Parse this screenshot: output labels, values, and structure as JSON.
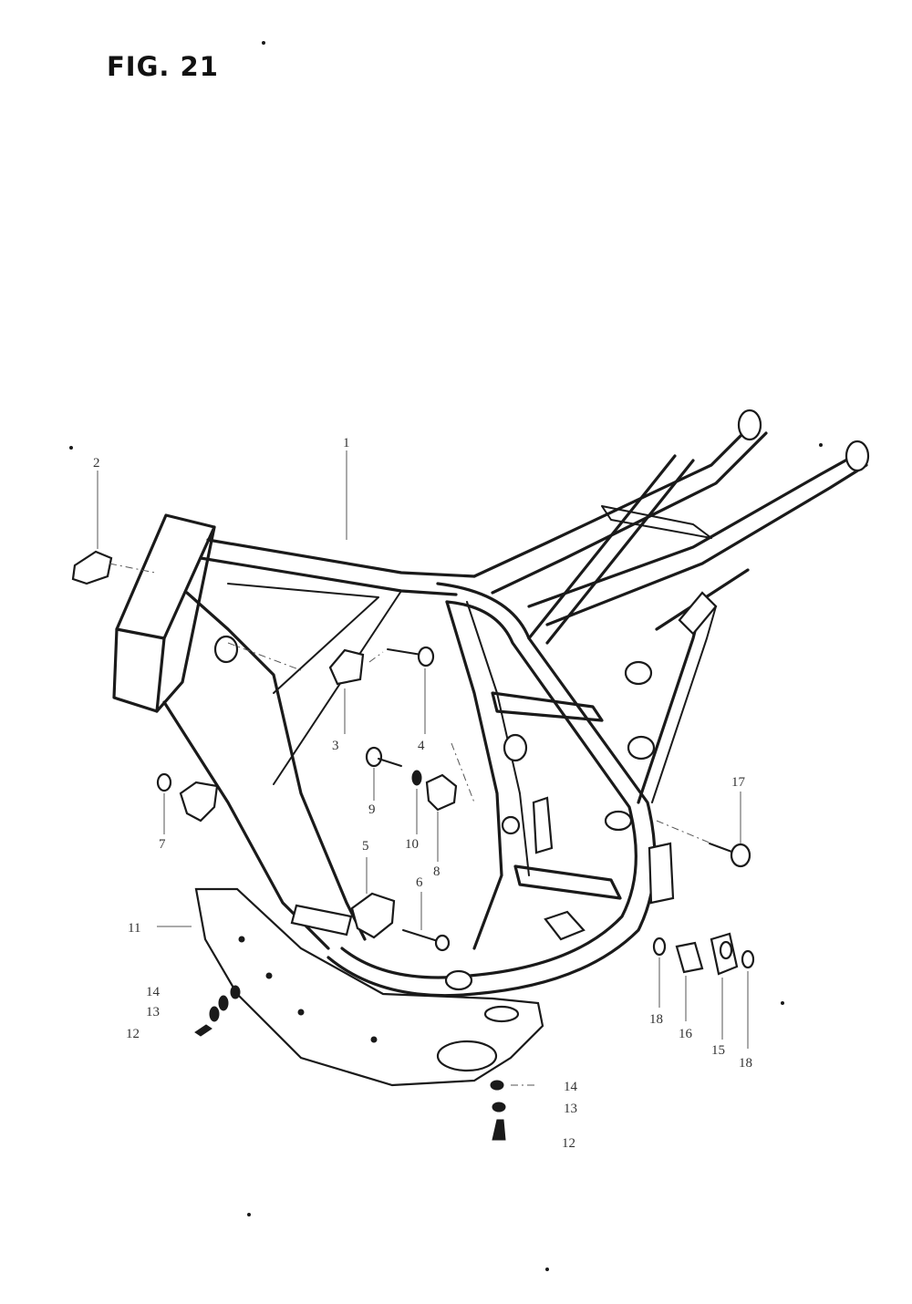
{
  "figure": {
    "title": "FIG. 21"
  },
  "callouts": {
    "c1": "1",
    "c2": "2",
    "c3": "3",
    "c4": "4",
    "c5": "5",
    "c6": "6",
    "c7": "7",
    "c8": "8",
    "c9": "9",
    "c10": "10",
    "c11": "11",
    "c12a": "12",
    "c13a": "13",
    "c14a": "14",
    "c14b": "14",
    "c13b": "13",
    "c12b": "12",
    "c15": "15",
    "c16": "16",
    "c17": "17",
    "c18a": "18",
    "c18b": "18"
  }
}
